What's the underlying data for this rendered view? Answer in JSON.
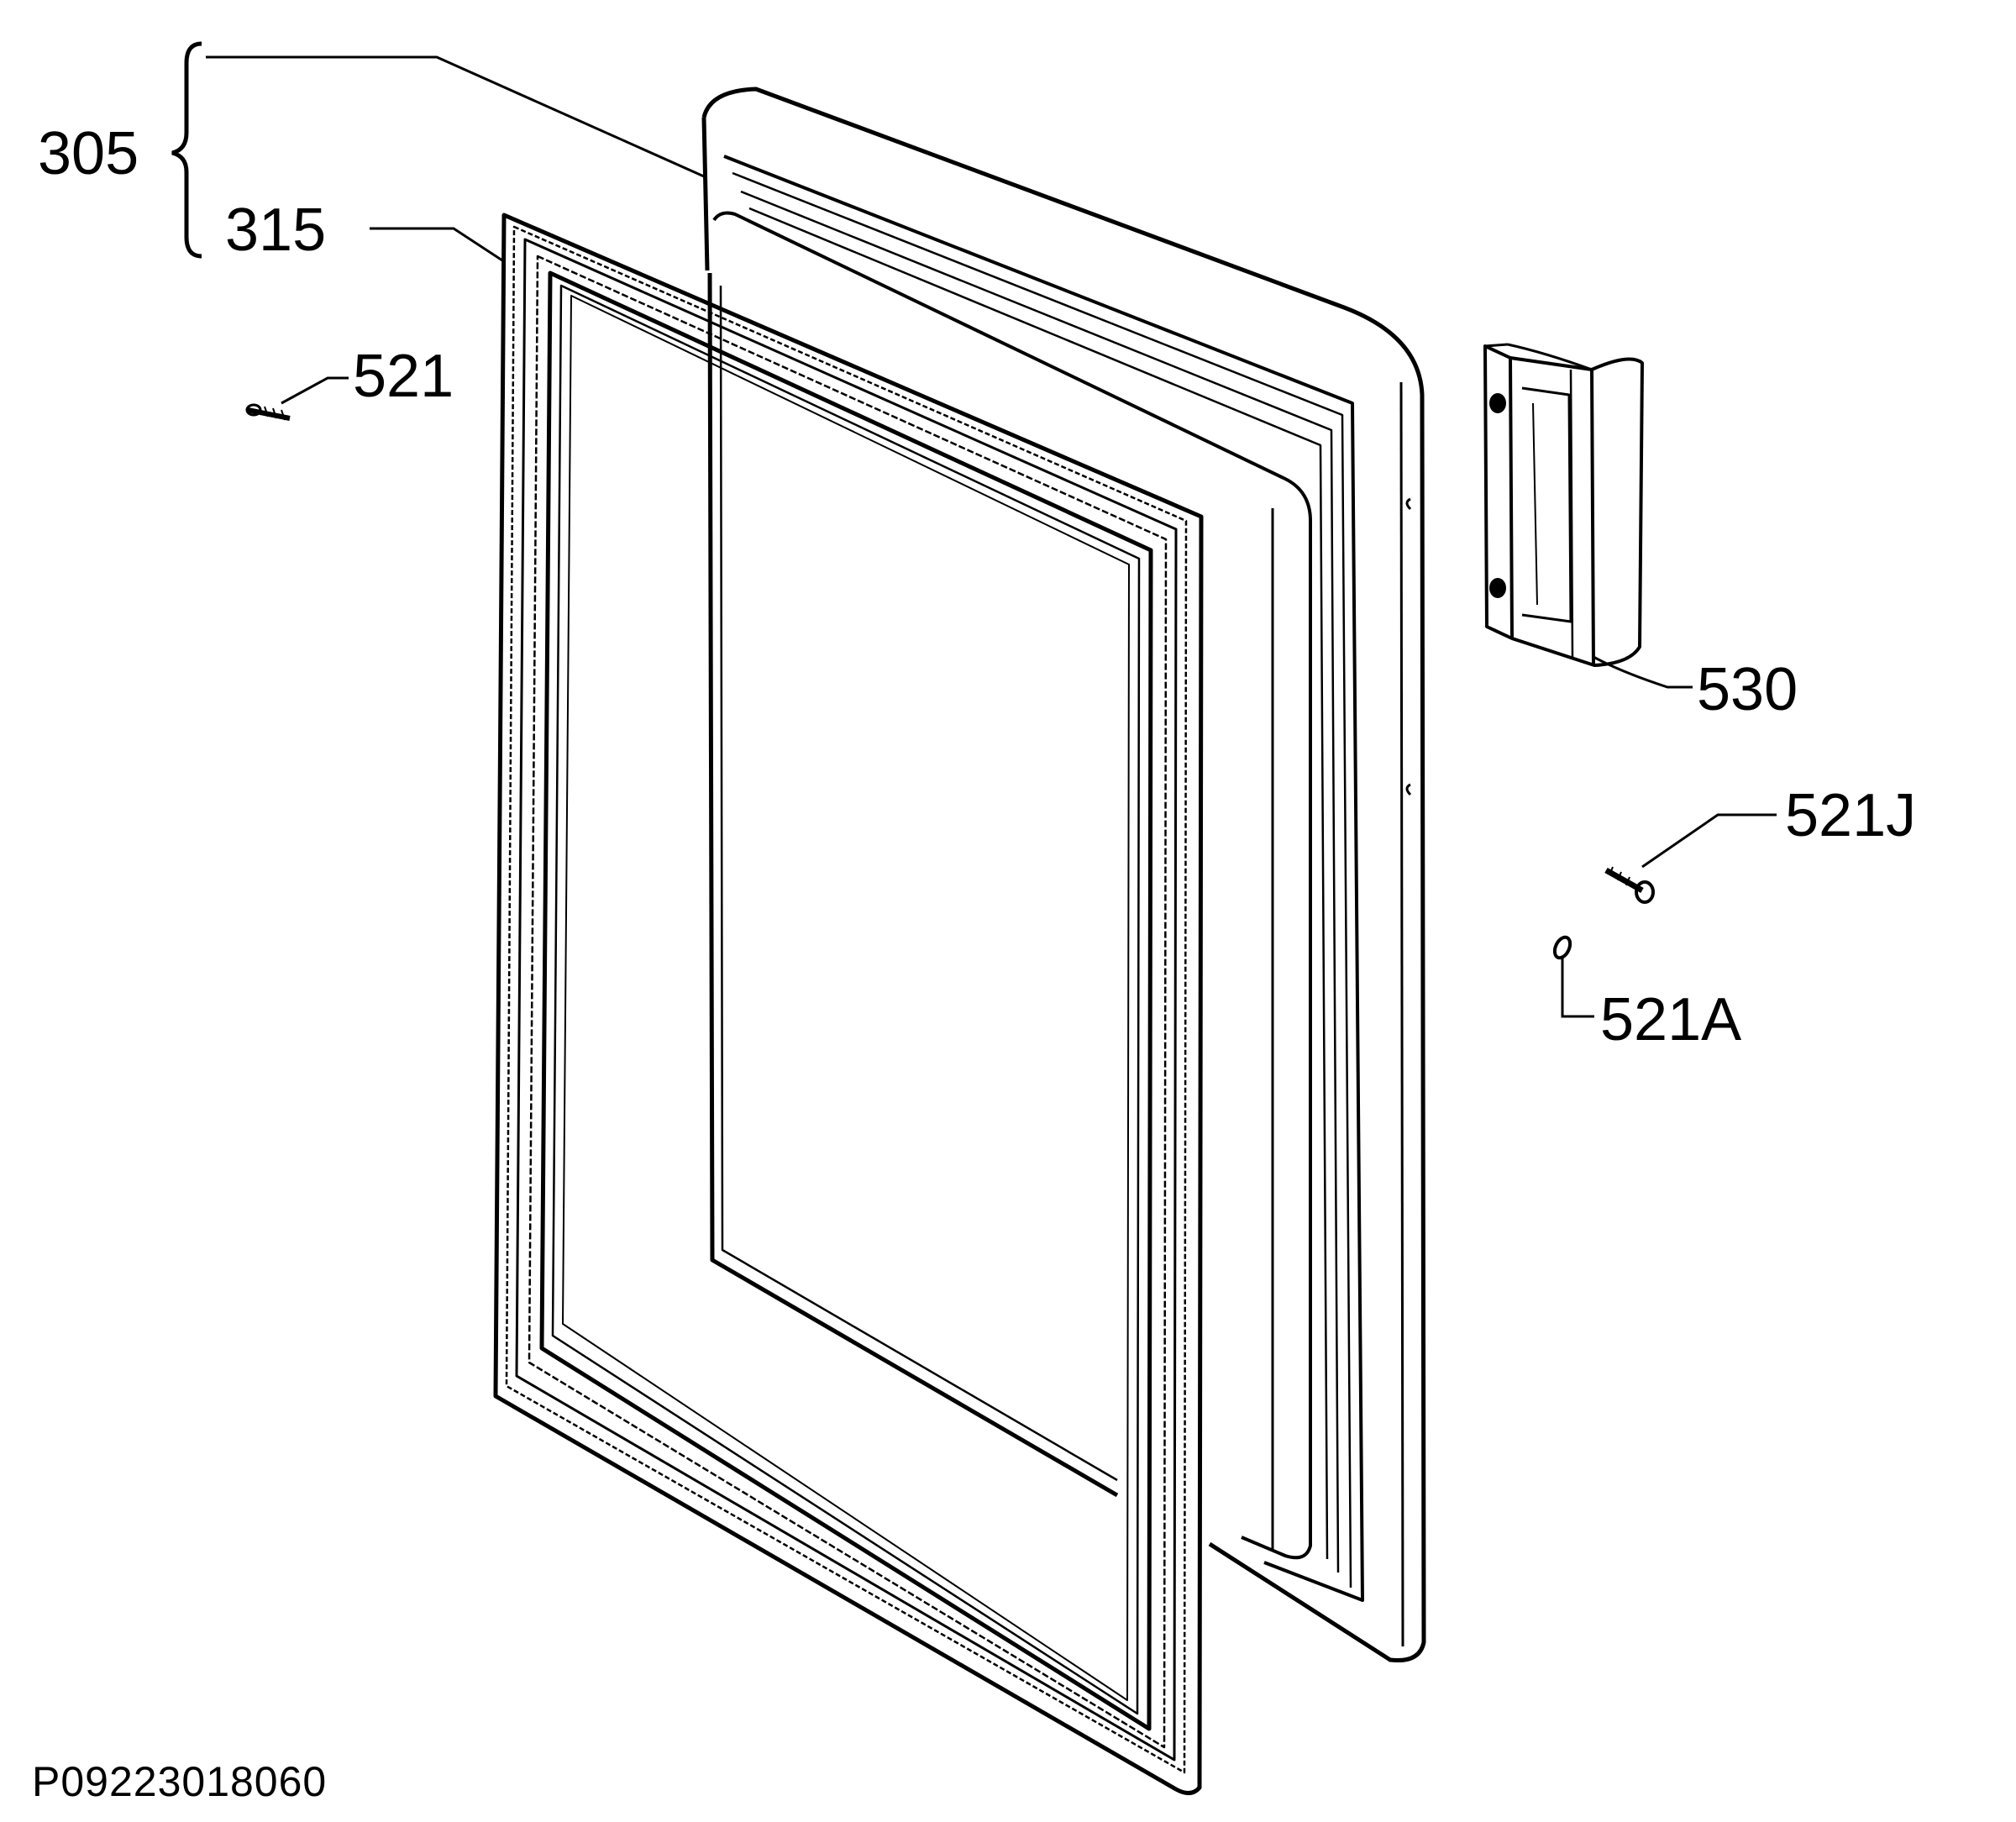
{
  "diagram": {
    "labels": {
      "door_assembly": "305",
      "gasket": "315",
      "screw_left": "521",
      "handle": "530",
      "screw_right": "521J",
      "washer": "521A"
    },
    "figure_code": "P09223018060"
  },
  "colors": {
    "line": "#000000",
    "background": "#ffffff"
  }
}
